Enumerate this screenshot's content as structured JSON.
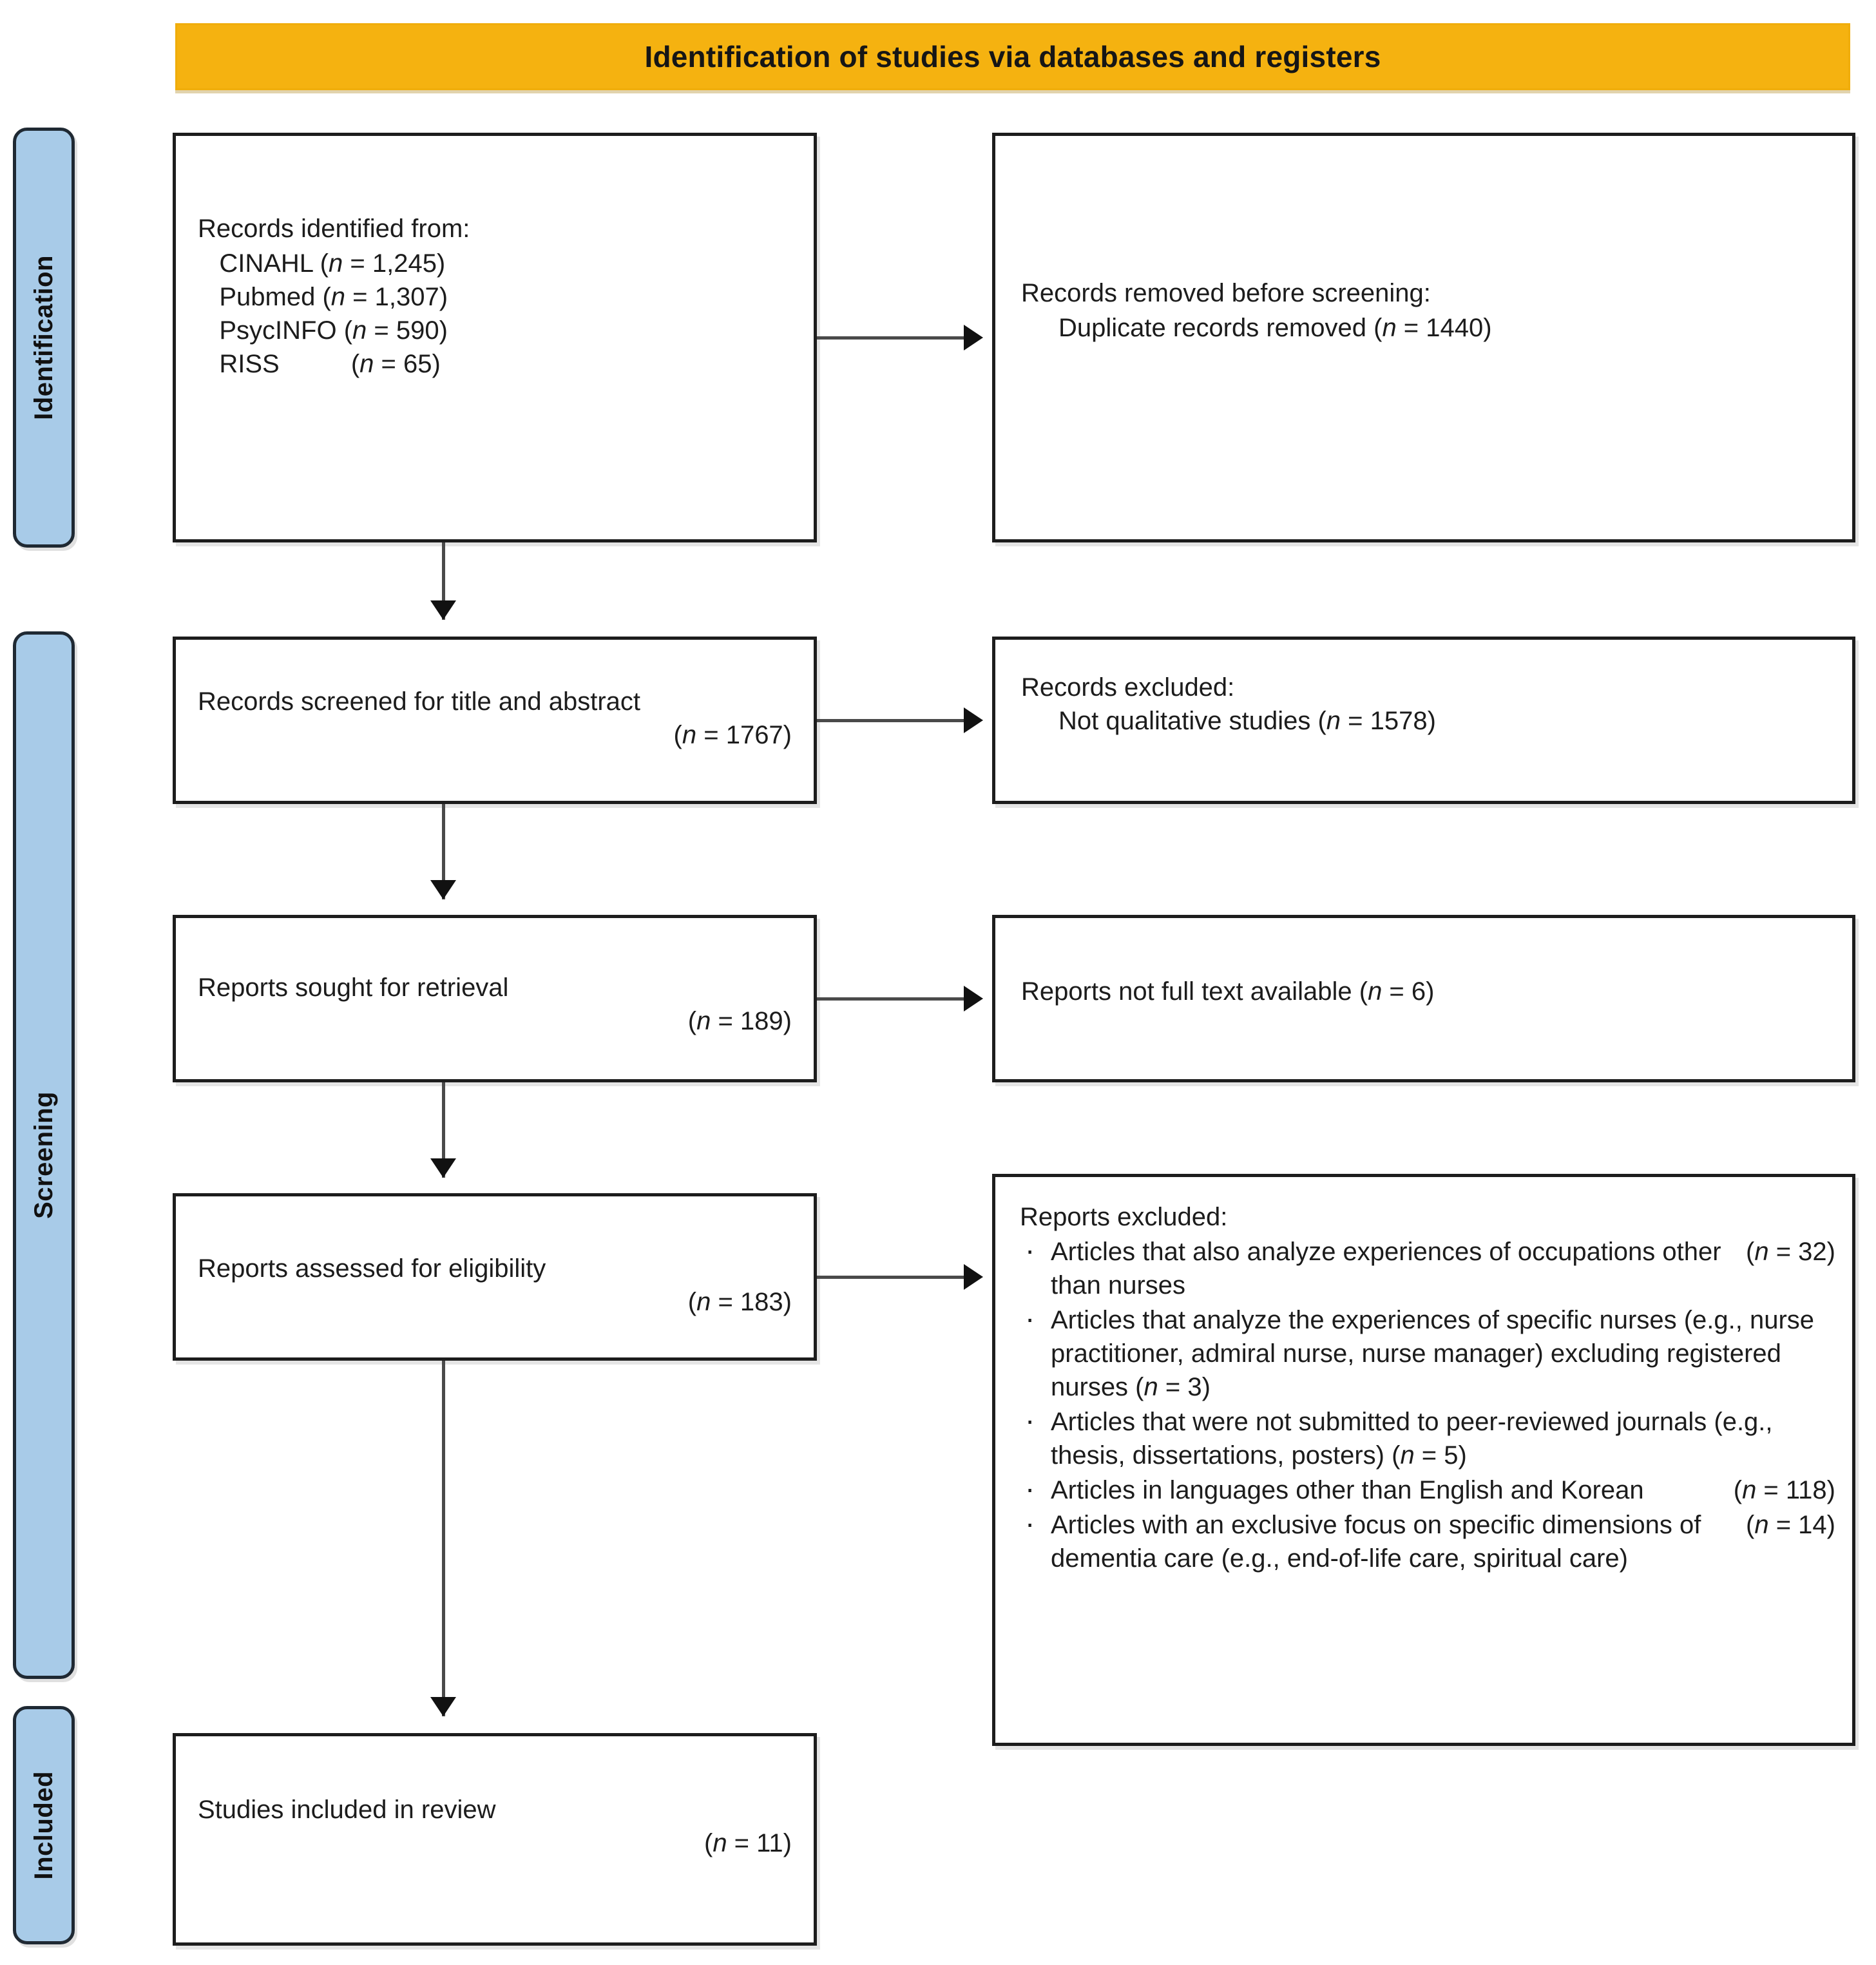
{
  "header": {
    "title": "Identification of studies via databases and registers",
    "color": "#f5b210"
  },
  "stages": {
    "identification": "Identification",
    "screening": "Screening",
    "included": "Included",
    "color": "#a8cbe8"
  },
  "boxes": {
    "identified": {
      "heading": "Records identified from:",
      "sources": [
        {
          "name": "CINAHL",
          "count": "(n = 1,245)"
        },
        {
          "name": "Pubmed",
          "count": "(n = 1,307)"
        },
        {
          "name": "PsycINFO",
          "count": "(n = 590)"
        },
        {
          "name": "RISS",
          "count": "(n = 65)"
        }
      ],
      "lines": [
        "Records identified from:",
        "   CINAHL (n = 1,245)",
        "   Pubmed (n = 1,307)",
        "   PsycINFO (n = 590)",
        "   RISS          (n = 65)"
      ]
    },
    "removed": {
      "heading": "Records removed before screening:",
      "detail": "Duplicate records removed (n = 1440)",
      "detail_count": "1440"
    },
    "screened": {
      "label": "Records screened for title and abstract",
      "count": "(n = 1767)"
    },
    "excluded_screen": {
      "heading": "Records excluded:",
      "detail": "Not qualitative studies (n = 1578)",
      "detail_count": "1578"
    },
    "sought": {
      "label": "Reports sought for retrieval",
      "count": "(n = 189)"
    },
    "not_full_text": {
      "label": "Reports not full text available (n = 6)",
      "count": "6"
    },
    "eligibility": {
      "label": "Reports assessed for eligibility",
      "count": "(n = 183)"
    },
    "excluded_full": {
      "heading": "Reports excluded:",
      "items": [
        {
          "text": "Articles that also analyze experiences of occupations other than nurses",
          "count": "(n = 32)",
          "inline": false
        },
        {
          "text": "Articles that analyze the experiences of specific nurses (e.g., nurse practitioner, admiral nurse, nurse manager) excluding registered nurses (n = 3)",
          "count": "",
          "inline": true
        },
        {
          "text": "Articles that were not submitted to peer-reviewed journals (e.g., thesis, dissertations, posters)  (n = 5)",
          "count": "",
          "inline": true
        },
        {
          "text": "Articles in languages other than English and Korean",
          "count": "(n = 118)",
          "inline": false
        },
        {
          "text": "Articles with an exclusive focus on specific dimensions of dementia care (e.g., end-of-life care, spiritual care)",
          "count": "(n = 14)",
          "inline": false
        }
      ]
    },
    "included": {
      "label": "Studies included in review",
      "count": "(n = 11)"
    }
  }
}
